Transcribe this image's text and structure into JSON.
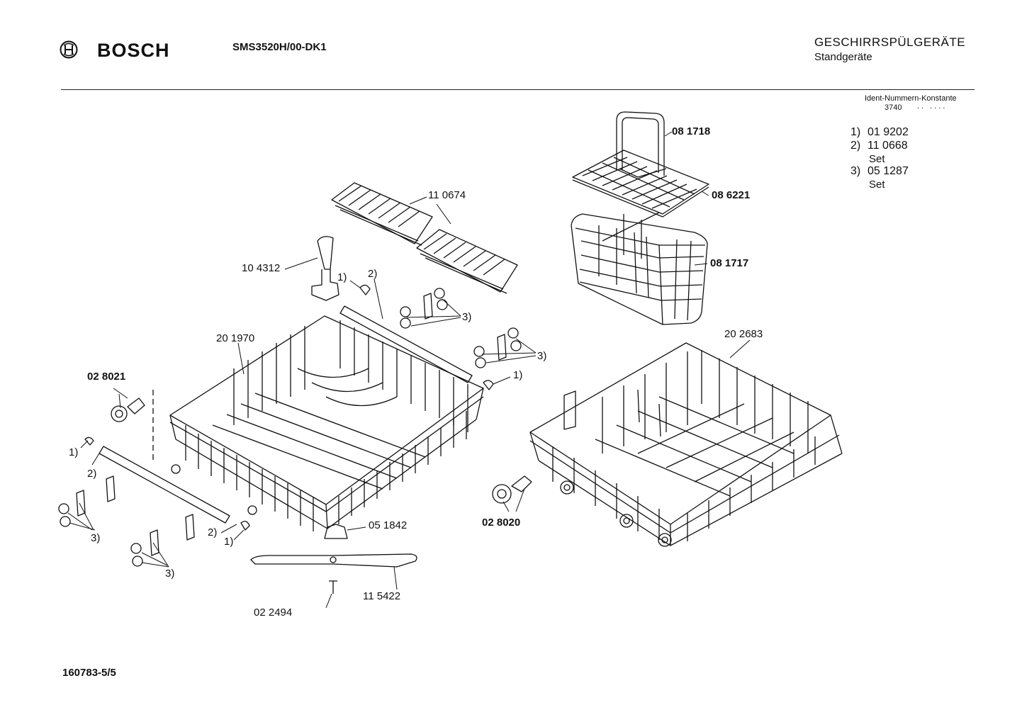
{
  "header": {
    "brand": "BOSCH",
    "model": "SMS3520H/00-DK1",
    "category": "GESCHIRRSPÜLGERÄTE",
    "subcategory": "Standgeräte"
  },
  "ident": {
    "title": "Ident-Nummern-Konstante",
    "prefix": "3740",
    "dots": ".. ...."
  },
  "footnotes": [
    {
      "key": "1)",
      "value": "01 9202"
    },
    {
      "key": "2)",
      "value": "11 0668",
      "note": "Set"
    },
    {
      "key": "3)",
      "value": "05 1287",
      "note": "Set"
    }
  ],
  "parts": {
    "p081718": "08 1718",
    "p086221": "08 6221",
    "p081717": "08 1717",
    "p110674": "11 0674",
    "p104312": "10 4312",
    "p201970": "20 1970",
    "p202683": "20 2683",
    "p028021": "02 8021",
    "p028020": "02 8020",
    "p051842": "05 1842",
    "p115422": "11 5422",
    "p022494": "02 2494"
  },
  "refs": {
    "r1": "1)",
    "r2": "2)",
    "r3": "3)"
  },
  "footer": {
    "doc_number": "160783-5/5"
  }
}
